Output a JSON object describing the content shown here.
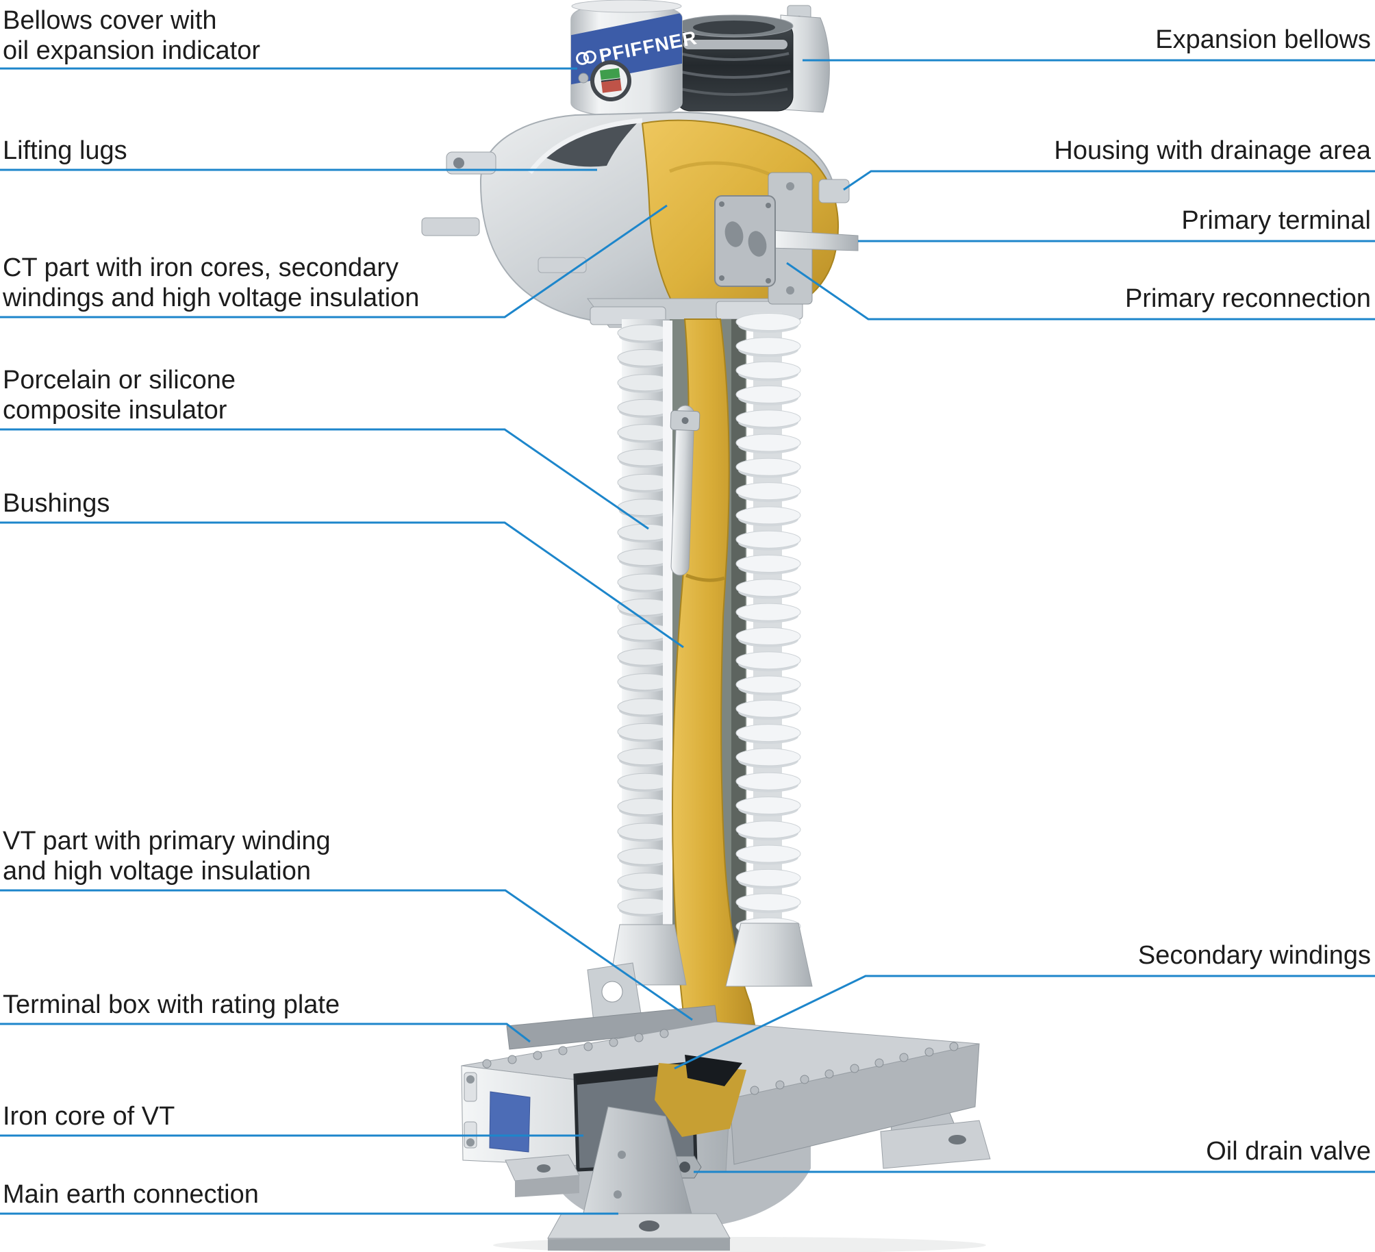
{
  "diagram": {
    "labels_left": [
      {
        "id": "bellows-cover",
        "text": "Bellows cover with\noil expansion indicator"
      },
      {
        "id": "lifting-lugs",
        "text": "Lifting lugs"
      },
      {
        "id": "ct-part",
        "text": "CT part with iron cores, secondary\nwindings and high voltage insulation"
      },
      {
        "id": "insulator",
        "text": "Porcelain or silicone\ncomposite insulator"
      },
      {
        "id": "bushings",
        "text": "Bushings"
      },
      {
        "id": "vt-part",
        "text": "VT part with primary winding\nand high voltage insulation"
      },
      {
        "id": "terminal-box",
        "text": "Terminal box with rating plate"
      },
      {
        "id": "iron-core",
        "text": "Iron core of VT"
      },
      {
        "id": "main-earth",
        "text": "Main earth connection"
      }
    ],
    "labels_right": [
      {
        "id": "expansion-bellows",
        "text": "Expansion bellows"
      },
      {
        "id": "housing",
        "text": "Housing with drainage area"
      },
      {
        "id": "primary-terminal",
        "text": "Primary terminal"
      },
      {
        "id": "primary-reconnection",
        "text": "Primary reconnection"
      },
      {
        "id": "secondary-windings",
        "text": "Secondary windings"
      },
      {
        "id": "oil-drain-valve",
        "text": "Oil drain valve"
      }
    ],
    "device": {
      "brand_label": "PFIFFNER"
    },
    "colors": {
      "leader_line": "#1d86cb",
      "brand_band_blue": "#3c5ca8",
      "rating_plate_blue": "#4c6cb6",
      "core_yellow": "#d9ad38",
      "gauge_green": "#3f9e4c",
      "gauge_red": "#bf5348",
      "metal_light": "#eef0f2",
      "metal_dark": "#8f969c"
    }
  }
}
